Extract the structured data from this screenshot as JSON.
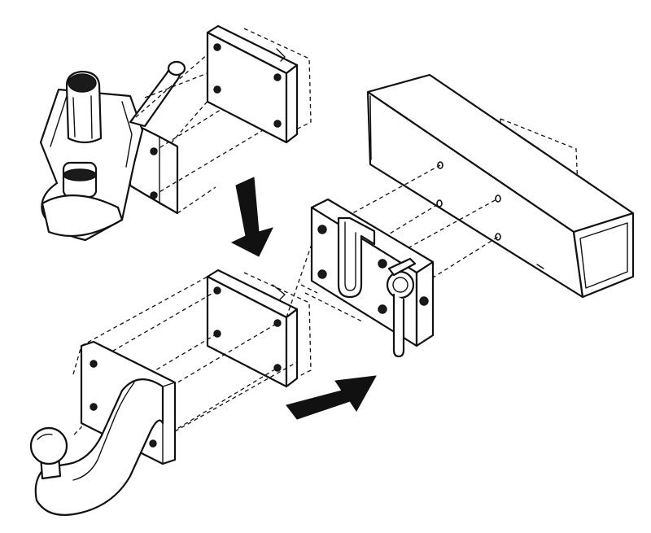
{
  "figure": {
    "kind": "exploded-assembly-line-drawing",
    "background": "#ffffff",
    "ink": "#111111",
    "parts": [
      "pin-coupling-jaw",
      "upper-adapter-plate",
      "square-receiver-tube",
      "quick-release-mount-block",
      "lower-adapter-plate",
      "tow-ball-hook"
    ],
    "arrows": [
      {
        "name": "swap-down-arrow",
        "direction": "down"
      },
      {
        "name": "mount-arrow",
        "direction": "up-right"
      }
    ]
  }
}
